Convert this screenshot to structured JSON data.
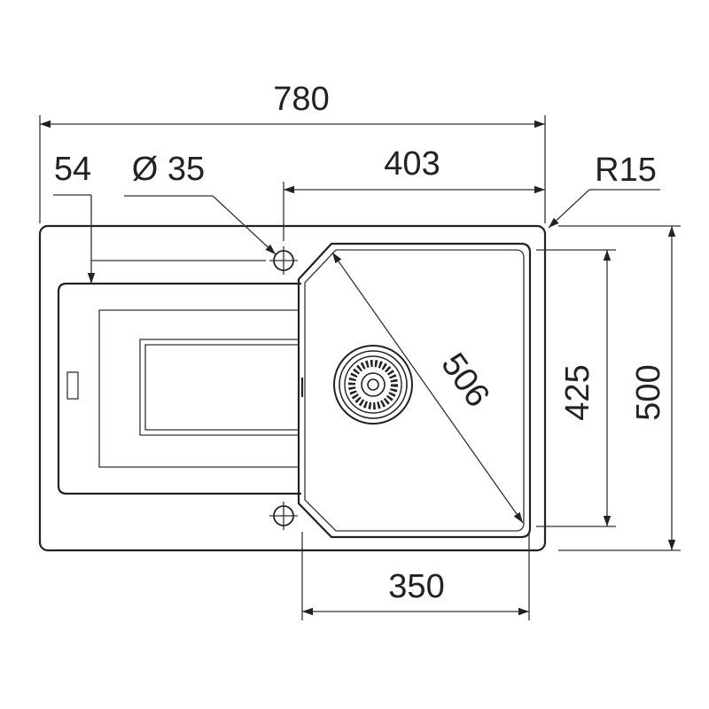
{
  "drawing": {
    "subject": "sink-top-view",
    "dimensions": {
      "overall_width": "780",
      "faucet_hole_offset": "54",
      "faucet_hole_diameter": "Ø 35",
      "bowl_offset": "403",
      "corner_radius": "R15",
      "bowl_diagonal": "506",
      "bowl_depth": "425",
      "overall_depth": "500",
      "bowl_width": "350"
    }
  }
}
